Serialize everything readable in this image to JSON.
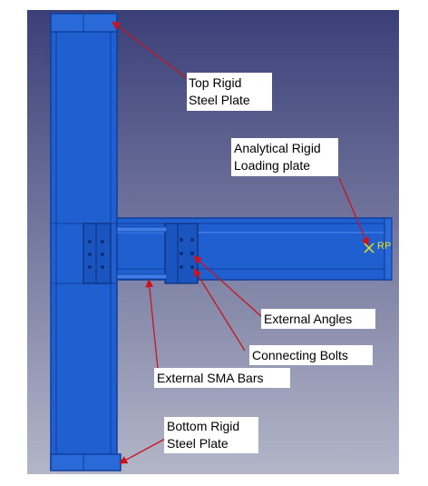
{
  "labels": {
    "top_plate": [
      "Top Rigid",
      "Steel Plate"
    ],
    "loading_plate": [
      "Analytical Rigid",
      "Loading plate"
    ],
    "angles": "External Angles",
    "bolts": "Connecting Bolts",
    "sma_bars": "External SMA Bars",
    "bottom_plate": [
      "Bottom Rigid",
      "Steel Plate"
    ],
    "reference_point": "RP"
  },
  "colors": {
    "background_top": "#3a3f78",
    "background_bottom": "#b3b6c8",
    "steel": "#1f5fd0",
    "steel_dark": "#0f3f9c",
    "steel_light": "#3f7ee8",
    "leader": "#c8141e",
    "label_box": "#ffffff",
    "label_text": "#000000",
    "reference_point": "#e6e61a"
  }
}
